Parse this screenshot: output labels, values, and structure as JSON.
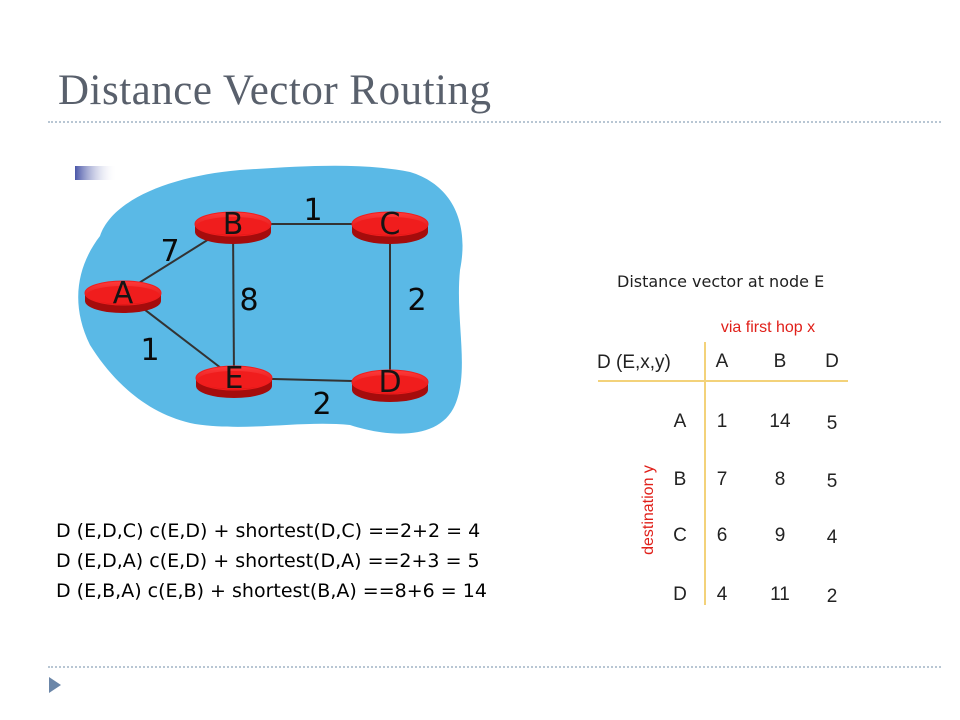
{
  "title": "Distance Vector Routing",
  "graph": {
    "nodes": [
      {
        "id": "A",
        "label": "A"
      },
      {
        "id": "B",
        "label": "B"
      },
      {
        "id": "C",
        "label": "C"
      },
      {
        "id": "D",
        "label": "D"
      },
      {
        "id": "E",
        "label": "E"
      }
    ],
    "edges": [
      {
        "from": "A",
        "to": "B",
        "weight": "7"
      },
      {
        "from": "B",
        "to": "C",
        "weight": "1"
      },
      {
        "from": "B",
        "to": "E",
        "weight": "8"
      },
      {
        "from": "C",
        "to": "D",
        "weight": "2"
      },
      {
        "from": "A",
        "to": "E",
        "weight": "1"
      },
      {
        "from": "E",
        "to": "D",
        "weight": "2"
      }
    ],
    "colors": {
      "cloud": "#5ab9e6",
      "node": "#f01d1d",
      "node_dark": "#a50c0c",
      "edge": "#333333"
    }
  },
  "table": {
    "caption": "Distance vector at node E",
    "header_label": "D (E,x,y)",
    "via_label": "via first hop x",
    "destination_label": "destination y",
    "columns": [
      "A",
      "B",
      "D"
    ],
    "rows": [
      {
        "dest": "A",
        "values": [
          "1",
          "14",
          "5"
        ]
      },
      {
        "dest": "B",
        "values": [
          "7",
          "8",
          "5"
        ]
      },
      {
        "dest": "C",
        "values": [
          "6",
          "9",
          "4"
        ]
      },
      {
        "dest": "D",
        "values": [
          "4",
          "11",
          "2"
        ]
      }
    ],
    "colors": {
      "grid": "#f3d27a",
      "accent": "#e0201a"
    }
  },
  "equations": [
    "D (E,D,C) c(E,D) + shortest(D,C) ==2+2 = 4",
    "D (E,D,A) c(E,D) + shortest(D,A) ==2+3 = 5",
    "D (E,B,A) c(E,B) + shortest(B,A) ==8+6 = 14"
  ]
}
